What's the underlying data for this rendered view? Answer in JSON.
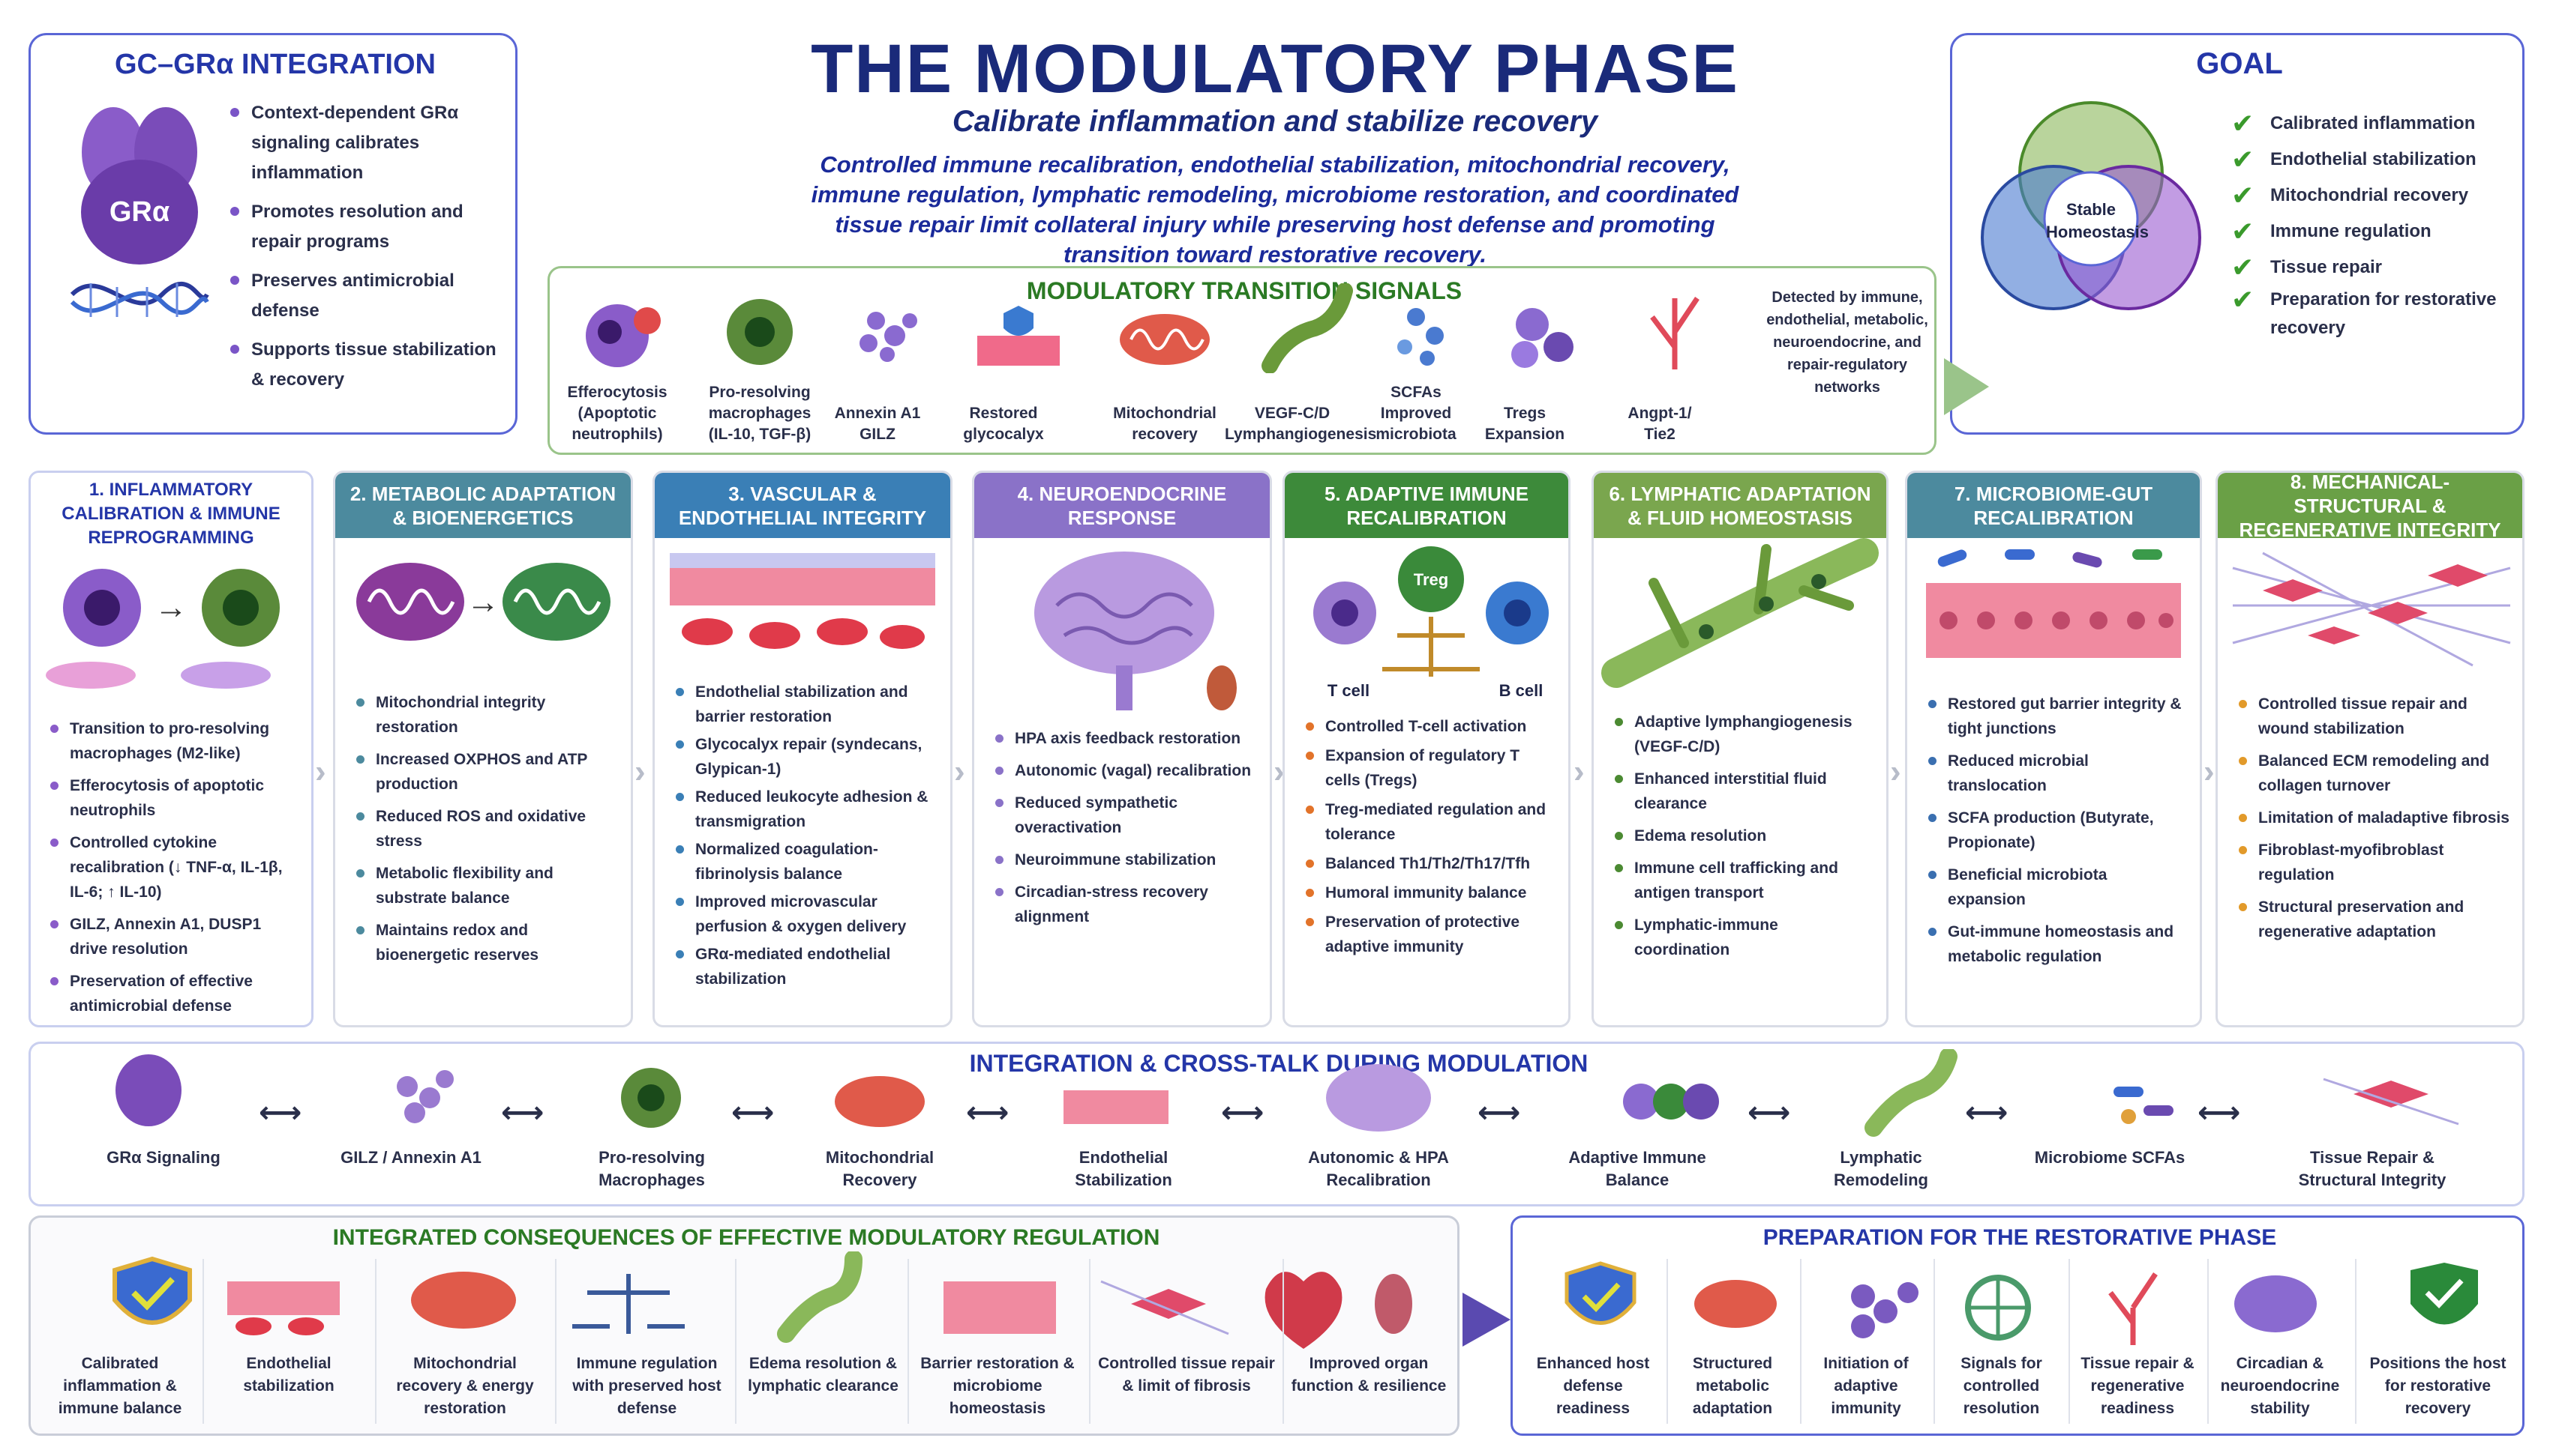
{
  "header": {
    "title": "THE MODULATORY PHASE",
    "subtitle": "Calibrate inflammation and stabilize recovery",
    "desc_lines": [
      "Controlled immune recalibration, endothelial stabilization, mitochondrial recovery,",
      "immune regulation, lymphatic remodeling, microbiome restoration, and coordinated",
      "tissue repair limit collateral injury while preserving host defense and promoting",
      "transition toward restorative recovery."
    ]
  },
  "gc_panel": {
    "title": "GC–GRα INTEGRATION",
    "receptor_label": "GRα",
    "bullets": [
      "Context-dependent GRα signaling calibrates inflammation",
      "Promotes resolution and repair programs",
      "Preserves antimicrobial defense",
      "Supports tissue stabilization & recovery"
    ]
  },
  "goal_panel": {
    "title": "GOAL",
    "center_label": "Stable Homeostasis",
    "items": [
      "Calibrated inflammation",
      "Endothelial stabilization",
      "Mitochondrial recovery",
      "Immune regulation",
      "Tissue repair",
      "Preparation for restorative recovery"
    ],
    "check_color": "#3a9a2c"
  },
  "signals": {
    "title": "MODULATORY TRANSITION SIGNALS",
    "items": [
      {
        "label": "Efferocytosis (Apoptotic neutrophils)",
        "icon": "efferocytosis-icon"
      },
      {
        "label": "Pro-resolving macrophages (IL-10, TGF-β)",
        "icon": "macrophage-icon"
      },
      {
        "label": "Annexin A1 GILZ",
        "icon": "annexin-icon"
      },
      {
        "label": "Restored glycocalyx",
        "icon": "glycocalyx-icon"
      },
      {
        "label": "Mitochondrial recovery",
        "icon": "mitochondria-icon"
      },
      {
        "label": "VEGF-C/D Lymphangiogenesis",
        "icon": "lymphatic-icon"
      },
      {
        "label": "SCFAs Improved microbiota",
        "icon": "scfa-icon"
      },
      {
        "label": "Tregs Expansion",
        "icon": "treg-icon"
      },
      {
        "label": "Angpt-1/ Tie2",
        "icon": "vessel-icon"
      }
    ],
    "note": "Detected by immune, endothelial, metabolic, neuroendocrine, and repair-regulatory networks"
  },
  "phases": [
    {
      "title": "1. INFLAMMATORY CALIBRATION & IMMUNE REPROGRAMMING",
      "color": "#ffffff",
      "text_color": "#2436a8",
      "bullets": [
        "Transition to pro-resolving macrophages (M2-like)",
        "Efferocytosis of apoptotic neutrophils",
        "Controlled cytokine recalibration (↓ TNF-α, IL-1β, IL-6; ↑ IL-10)",
        "GILZ, Annexin A1, DUSP1 drive resolution",
        "Preservation of effective antimicrobial defense"
      ],
      "dot": "#8a5cc9"
    },
    {
      "title": "2. METABOLIC ADAPTATION & BIOENERGETICS",
      "color": "#4c8a9e",
      "text_color": "#ffffff",
      "bullets": [
        "Mitochondrial integrity restoration",
        "Increased OXPHOS and ATP production",
        "Reduced ROS and oxidative stress",
        "Metabolic flexibility and substrate balance",
        "Maintains redox and bioenergetic reserves"
      ],
      "dot": "#4c8a9e"
    },
    {
      "title": "3. VASCULAR & ENDOTHELIAL INTEGRITY",
      "color": "#3a7fb6",
      "text_color": "#ffffff",
      "bullets": [
        "Endothelial stabilization and barrier restoration",
        "Glycocalyx repair (syndecans, Glypican-1)",
        "Reduced leukocyte adhesion & transmigration",
        "Normalized coagulation-fibrinolysis balance",
        "Improved microvascular perfusion & oxygen delivery",
        "GRα-mediated endothelial stabilization"
      ],
      "dot": "#3a7fb6"
    },
    {
      "title": "4. NEUROENDOCRINE RESPONSE",
      "color": "#8a72c8",
      "text_color": "#ffffff",
      "bullets": [
        "HPA axis feedback restoration",
        "Autonomic (vagal) recalibration",
        "Reduced sympathetic overactivation",
        "Neuroimmune stabilization",
        "Circadian-stress recovery alignment"
      ],
      "dot": "#8a72c8"
    },
    {
      "title": "5. ADAPTIVE IMMUNE RECALIBRATION",
      "color": "#3d8a3a",
      "text_color": "#ffffff",
      "bullets": [
        "Controlled T-cell activation",
        "Expansion of regulatory T cells (Tregs)",
        "Treg-mediated regulation and tolerance",
        "Balanced Th1/Th2/Th17/Tfh",
        "Humoral immunity balance",
        "Preservation of protective adaptive immunity"
      ],
      "dot": "#e2732a",
      "labels": [
        "T cell",
        "Treg",
        "B cell"
      ]
    },
    {
      "title": "6. LYMPHATIC ADAPTATION & FLUID HOMEOSTASIS",
      "color": "#7aa64e",
      "text_color": "#ffffff",
      "bullets": [
        "Adaptive lymphangiogenesis (VEGF-C/D)",
        "Enhanced interstitial fluid clearance",
        "Edema resolution",
        "Immune cell trafficking and antigen transport",
        "Lymphatic-immune coordination"
      ],
      "dot": "#4b8a32"
    },
    {
      "title": "7. MICROBIOME-GUT RECALIBRATION",
      "color": "#4c8a9e",
      "text_color": "#ffffff",
      "bullets": [
        "Restored gut barrier integrity & tight junctions",
        "Reduced microbial translocation",
        "SCFA production (Butyrate, Propionate)",
        "Beneficial microbiota expansion",
        "Gut-immune homeostasis and metabolic regulation"
      ],
      "dot": "#3a6fb0"
    },
    {
      "title": "8. MECHANICAL-STRUCTURAL & REGENERATIVE INTEGRITY",
      "color": "#6aa046",
      "text_color": "#ffffff",
      "bullets": [
        "Controlled tissue repair and wound stabilization",
        "Balanced ECM remodeling and collagen turnover",
        "Limitation of maladaptive fibrosis",
        "Fibroblast-myofibroblast regulation",
        "Structural preservation and regenerative adaptation"
      ],
      "dot": "#e29a2a"
    }
  ],
  "integration": {
    "title": "INTEGRATION & CROSS-TALK DURING MODULATION",
    "items": [
      "GRα Signaling",
      "GILZ / Annexin A1",
      "Pro-resolving Macrophages",
      "Mitochondrial Recovery",
      "Endothelial Stabilization",
      "Autonomic & HPA Recalibration",
      "Adaptive Immune Balance",
      "Lymphatic Remodeling",
      "Microbiome SCFAs",
      "Tissue Repair & Structural Integrity"
    ],
    "arrow": "⟷"
  },
  "consequences": {
    "title": "INTEGRATED CONSEQUENCES OF EFFECTIVE MODULATORY REGULATION",
    "items": [
      "Calibrated inflammation & immune balance",
      "Endothelial stabilization",
      "Mitochondrial recovery & energy restoration",
      "Immune regulation with preserved host defense",
      "Edema resolution & lymphatic clearance",
      "Barrier restoration & microbiome homeostasis",
      "Controlled tissue repair & limit of fibrosis",
      "Improved organ function & resilience"
    ]
  },
  "preparation": {
    "title": "PREPARATION FOR THE RESTORATIVE PHASE",
    "items": [
      "Enhanced host defense readiness",
      "Structured metabolic adaptation",
      "Initiation of adaptive immunity",
      "Signals for controlled resolution",
      "Tissue repair & regenerative readiness",
      "Circadian & neuroendocrine stability",
      "Positions the host for restorative recovery"
    ]
  }
}
